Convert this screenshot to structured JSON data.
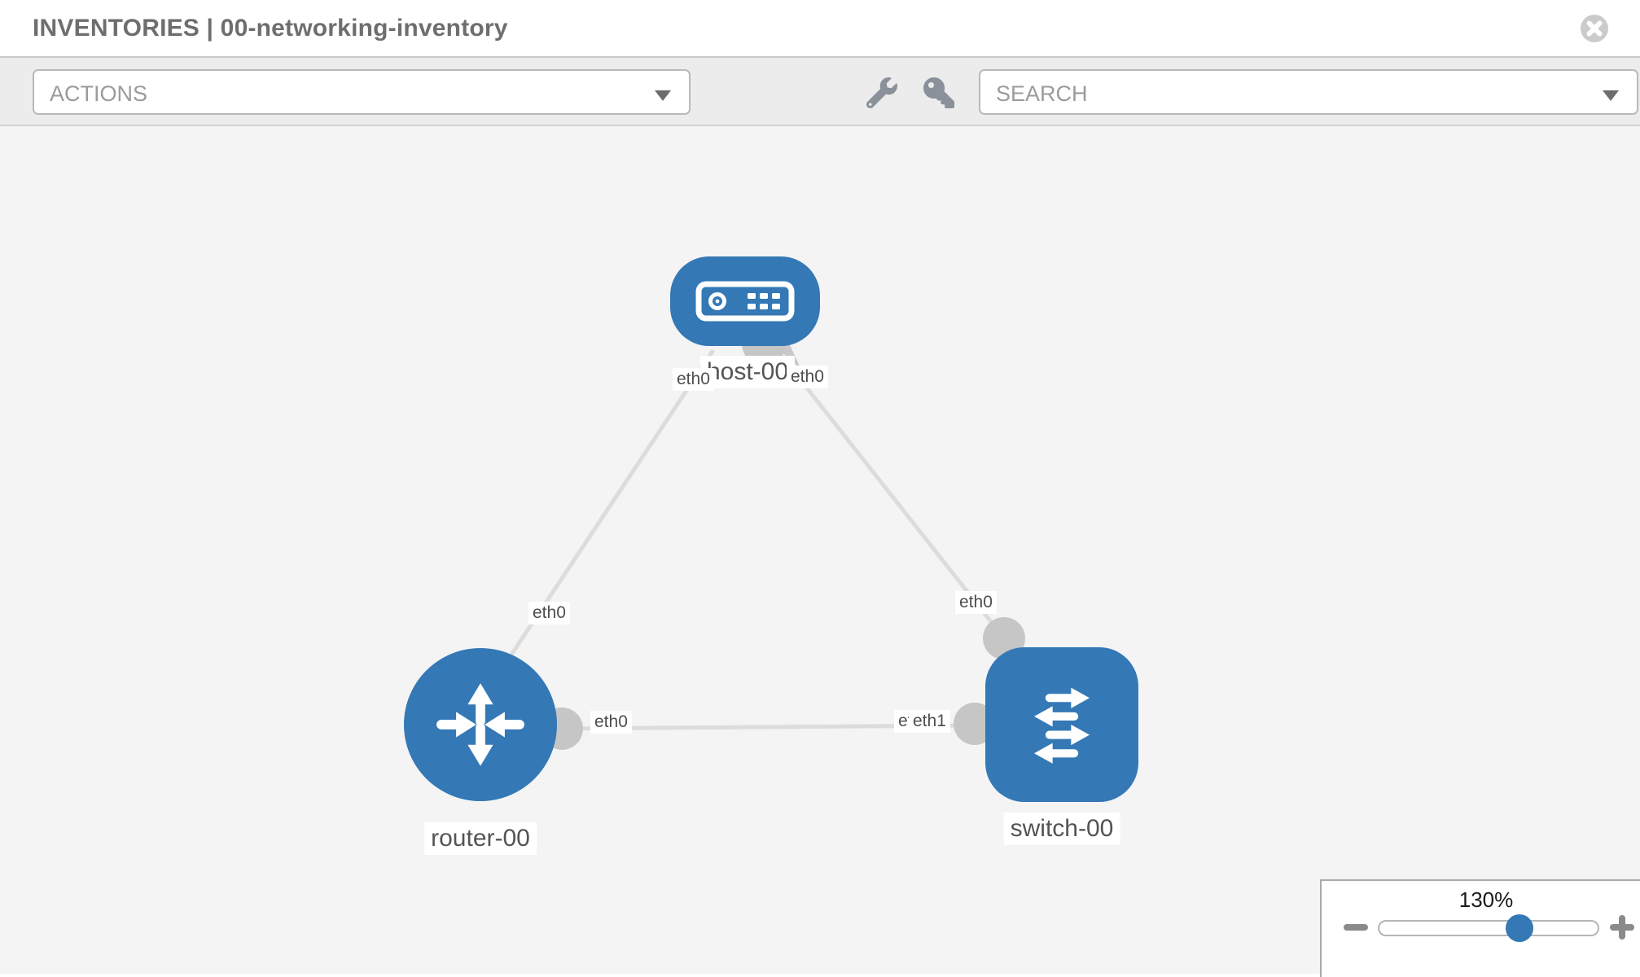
{
  "header": {
    "title": "INVENTORIES | 00-networking-inventory"
  },
  "toolbar": {
    "actions_label": "ACTIONS",
    "search_placeholder": "SEARCH",
    "icons": {
      "wrench": "wrench-icon",
      "key": "key-icon",
      "caret": "caret-down-icon"
    }
  },
  "topology": {
    "nodes": [
      {
        "id": "host-00",
        "type": "host",
        "label": "host-00"
      },
      {
        "id": "router-00",
        "type": "router",
        "label": "router-00"
      },
      {
        "id": "switch-00",
        "type": "switch",
        "label": "switch-00"
      }
    ],
    "links": [
      {
        "from": "router-00",
        "to": "host-00"
      },
      {
        "from": "host-00",
        "to": "switch-00"
      },
      {
        "from": "router-00",
        "to": "switch-00"
      }
    ],
    "interface_labels": {
      "host_to_router": "eth0",
      "host_to_switch": "eth0",
      "router_to_host": "eth0",
      "router_to_switch": "eth0",
      "switch_to_host": "eth0",
      "switch_hidden": "eth0",
      "switch_to_router": "eth1"
    }
  },
  "zoom_control": {
    "level": "130%",
    "minus_icon": "minus",
    "plus_icon": "plus"
  },
  "colors": {
    "node_blue": "#3478b6",
    "link_gray": "#dcdcdc",
    "connector_gray": "#c6c6c6",
    "canvas_bg": "#f4f4f4",
    "toolbar_bg": "#ececec"
  }
}
